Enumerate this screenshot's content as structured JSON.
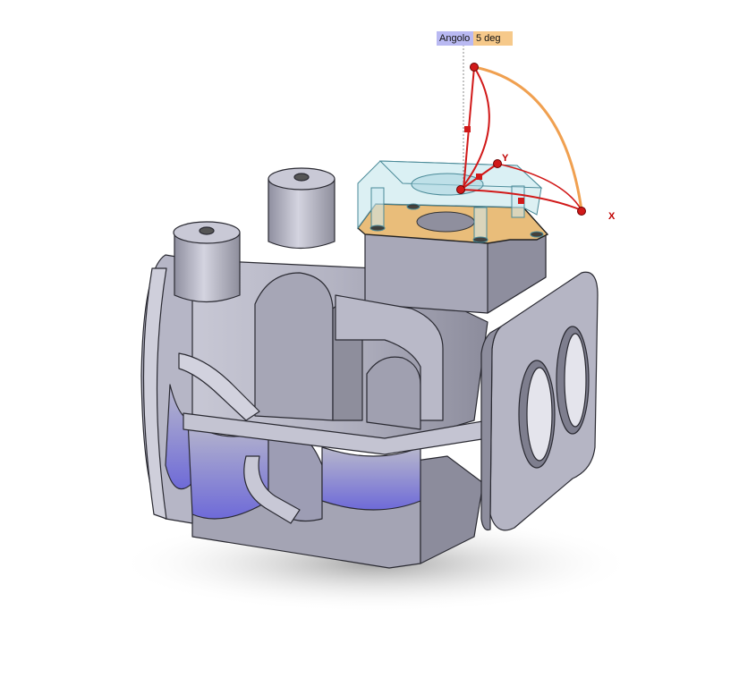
{
  "dimension_tooltip": {
    "label": "Angolo",
    "value": "5 deg"
  },
  "manipulator": {
    "axis_y": "Y",
    "axis_x": "X"
  },
  "colors": {
    "part_body": "#a9a9b8",
    "part_shadow_blue": "#6e6ad8",
    "preview_face": "#e9bd7a",
    "preview_transparent": "#bfe3ea",
    "manipulator_red": "#d11919",
    "arc_orange": "#f0a050"
  }
}
